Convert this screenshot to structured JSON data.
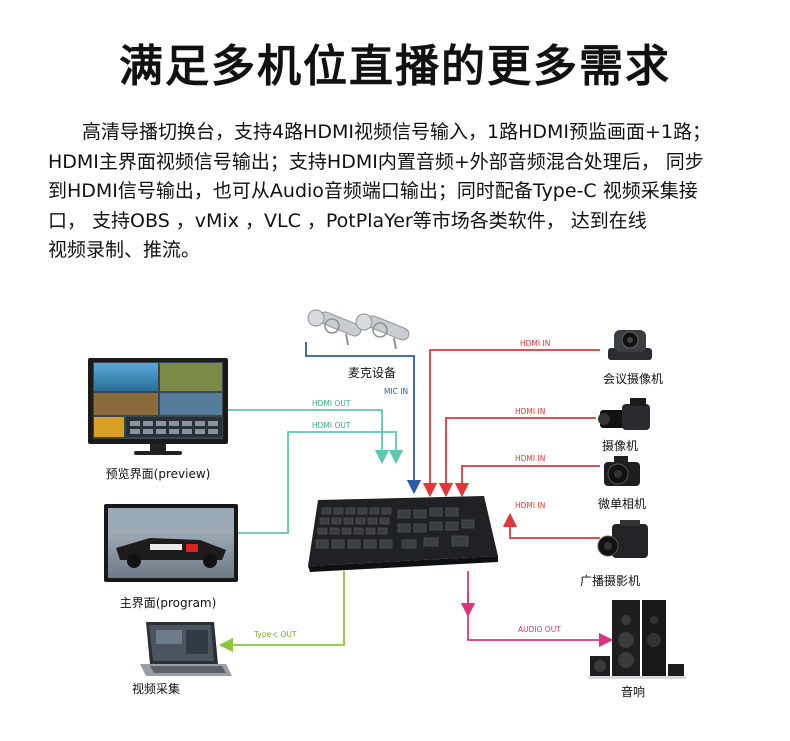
{
  "title": "满足多机位直播的更多需求",
  "paragraph": {
    "lines": [
      "高清导播切换台，支持4路HDMI视频信号输入，1路HDMI预监画面+1路；",
      "HDMI主界面视频信号输出；支持HDMI内置音频+外部音频混合处理后， 同步",
      "到HDMI信号输出，也可从Audio音频端口输出；同时配备Type-C 视频采集接",
      "口， 支持OBS ，vMix ，VLC ，PotPlaYer等市场各类软件， 达到在线",
      "视频录制、推流。"
    ]
  },
  "devices": {
    "preview": "预览界面(preview)",
    "program": "主界面(program)",
    "capture": "视频采集",
    "mic": "麦克设备",
    "conference_cam": "会议摄像机",
    "camcorder": "摄像机",
    "mirrorless": "微单相机",
    "broadcast_cam": "广播摄影机",
    "audio": "音响"
  },
  "connections": {
    "hdmi_out_1": "HDMI OUT",
    "hdmi_out_2": "HDMI OUT",
    "mic_in": "MIC  IN",
    "hdmi_in_1": "HDMI IN",
    "hdmi_in_2": "HDMI IN",
    "hdmi_in_3": "HDMI IN",
    "hdmi_in_4": "HDMI IN",
    "typec_out": "Type-c OUT",
    "audio_out": "AUDIO OUT"
  },
  "colors": {
    "hdmi_out": "#5fc7b0",
    "hdmi_in": "#e2353a",
    "mic_in": "#2f5aa8",
    "typec_out": "#8cc63f",
    "audio_out": "#d8357f"
  }
}
